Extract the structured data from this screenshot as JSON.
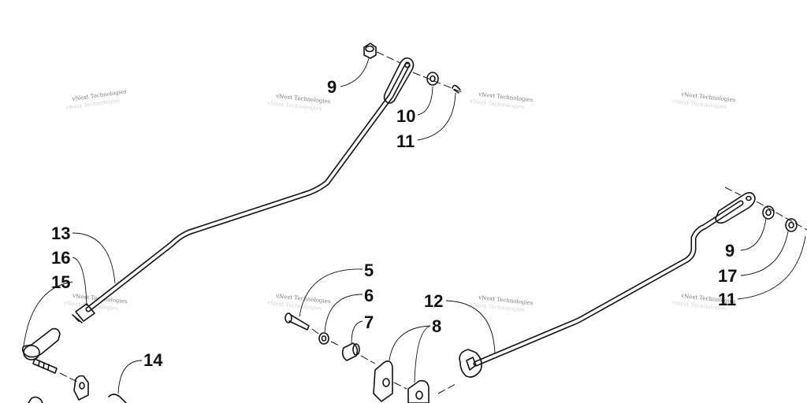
{
  "watermark": {
    "text": "vNext Technologies",
    "ghost_text": "vNext Technologies"
  },
  "callouts": [
    {
      "label": "9"
    },
    {
      "label": "10"
    },
    {
      "label": "11"
    },
    {
      "label": "13"
    },
    {
      "label": "16"
    },
    {
      "label": "15"
    },
    {
      "label": "14"
    },
    {
      "label": "5"
    },
    {
      "label": "6"
    },
    {
      "label": "7"
    },
    {
      "label": "8"
    },
    {
      "label": "12"
    },
    {
      "label": "9"
    },
    {
      "label": "17"
    },
    {
      "label": "11"
    }
  ],
  "colors": {
    "ink": "#111111",
    "watermark": "#7a7a7a",
    "background": "#ffffff"
  },
  "icons": [
    "nut-icon",
    "washer-icon",
    "cotter-pin-icon",
    "bolt-icon",
    "spacer-icon",
    "bracket-icon",
    "ball-joint-icon",
    "rod-end-icon"
  ]
}
